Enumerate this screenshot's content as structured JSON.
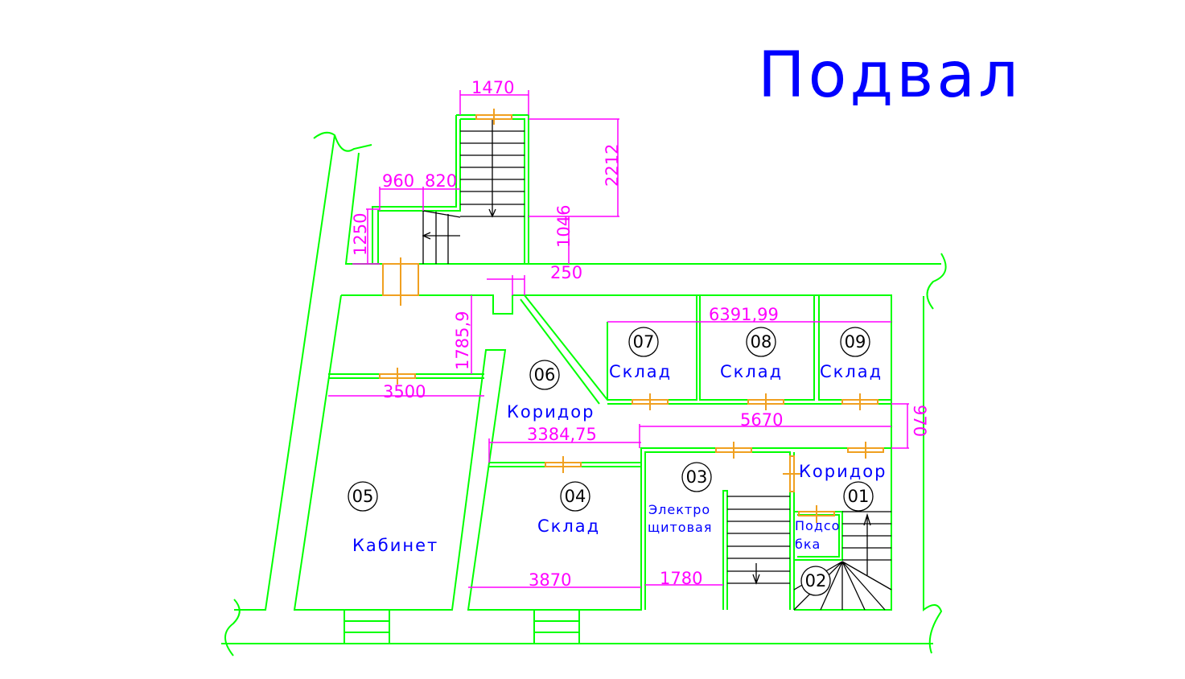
{
  "title": "Подвал",
  "rooms": [
    {
      "num": "01",
      "name": "Коридор"
    },
    {
      "num": "02",
      "name_line1": "Подсо",
      "name_line2": "бка"
    },
    {
      "num": "03",
      "name_line1": "Электро",
      "name_line2": "щитовая"
    },
    {
      "num": "04",
      "name": "Склад"
    },
    {
      "num": "05",
      "name": "Кабинет"
    },
    {
      "num": "06",
      "name": "Коридор"
    },
    {
      "num": "07",
      "name": "Склад"
    },
    {
      "num": "08",
      "name": "Склад"
    },
    {
      "num": "09",
      "name": "Склад"
    }
  ],
  "dimensions": {
    "stair_width": "1470",
    "stair_length": "2212",
    "d960": "960",
    "d820": "820",
    "d1250": "1250",
    "d1046": "1046",
    "d250": "250",
    "d1785": "1785,9",
    "d3500": "3500",
    "d6391": "6391,99",
    "d5670": "5670",
    "d970": "970",
    "d3384": "3384,75",
    "d3870": "3870",
    "d1780": "1780"
  },
  "colors": {
    "walls": "#00ff00",
    "dimensions": "#ff00ff",
    "labels": "#0000ff",
    "doors": "#f0a020"
  }
}
